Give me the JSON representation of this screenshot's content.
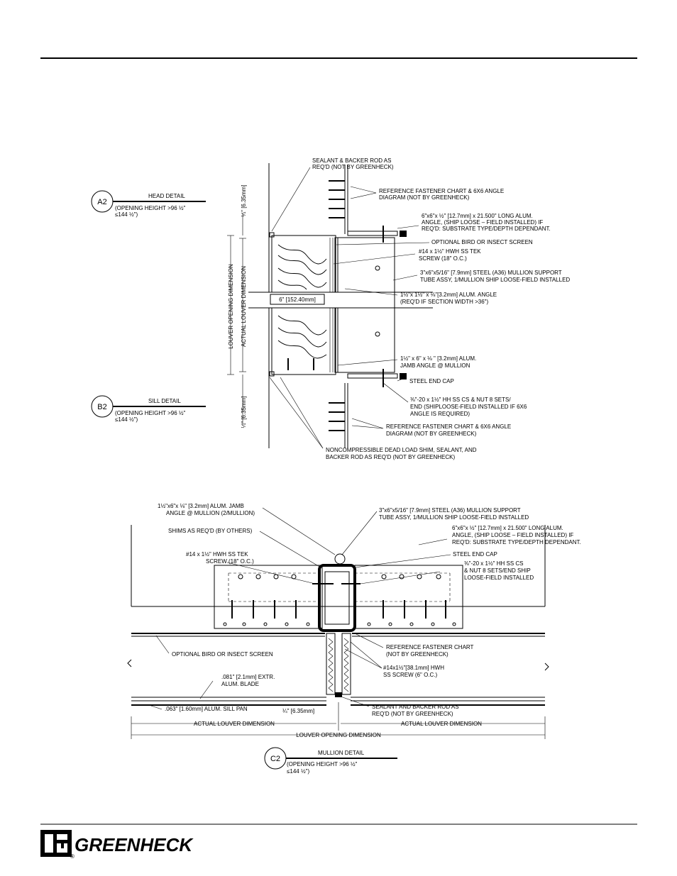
{
  "head_detail": {
    "tag": "A2",
    "title": "HEAD DETAIL",
    "note_line1": "(OPENING HEIGHT >96 ½\"",
    "note_line2": "≤144 ½\")"
  },
  "sill_detail": {
    "tag": "B2",
    "title": "SILL DETAIL",
    "note_line1": "(OPENING HEIGHT >96 ½\"",
    "note_line2": "≤144 ½\")"
  },
  "mullion_detail": {
    "tag": "C2",
    "title": "MULLION DETAIL",
    "note_line1": "(OPENING HEIGHT >96 ½\"",
    "note_line2": "≤144 ½\")"
  },
  "section_callouts": [
    "SEALANT & BACKER ROD AS",
    "REQ'D (NOT BY GREENHECK)",
    "REFERENCE FASTENER CHART & 6X6 ANGLE",
    "DIAGRAM (NOT BY GREENHECK)",
    "6\"x6\"x ½\" [12.7mm] x 21.500\" LONG ALUM.",
    "ANGLE, (SHIP LOOSE – FIELD INSTALLED) IF",
    "REQ'D: SUBSTRATE TYPE/DEPTH DEPENDANT.",
    "OPTIONAL BIRD OR INSECT SCREEN",
    "#14 x 1½\" HWH SS TEK",
    "SCREW (18\" O.C.)",
    "3\"x6\"x5/16\" [7.9mm] STEEL (A36) MULLION SUPPORT",
    "TUBE ASSY, 1/MULLION SHIP LOOSE-FIELD INSTALLED",
    "1½\"x 1½\" x ⅛\"[3.2mm] ALUM. ANGLE",
    "(REQ'D IF SECTION WIDTH >36\")",
    "1½\" x 6\" x ⅛ \" [3.2mm] ALUM.",
    "JAMB ANGLE @ MULLION",
    "STEEL END CAP",
    "⅜\"-20 x 1½\" HH SS CS & NUT 8 SETS/",
    "END (SHIPLOOSE-FIELD INSTALLED IF 6X6",
    "ANGLE IS REQUIRED)",
    "REFERENCE FASTENER CHART & 6X6 ANGLE",
    "DIAGRAM (NOT BY GREENHECK)",
    "NONCOMPRESSIBLE DEAD LOAD SHIM, SEALANT, AND",
    "BACKER ROD AS REQ'D (NOT BY GREENHECK)"
  ],
  "section_dimensions": {
    "gap": "6\" [152.40mm]",
    "louver_opening": "LOUVER OPENING DIMENSION",
    "actual_louver": "ACTUAL LOUVER DIMENSION",
    "head_clearance": "¼\" [6.35mm]",
    "sill_clearance": "¼\" [6.35mm]"
  },
  "mullion_callouts_left": [
    "1½\"x6\"x ⅛\" [3.2mm] ALUM. JAMB",
    "ANGLE @ MULLION (2/MULLION)",
    "SHIMS AS REQ'D (BY OTHERS)",
    "#14 x 1½\" HWH SS TEK",
    "SCREW (18\" O.C.)",
    "OPTIONAL BIRD OR INSECT SCREEN",
    ".081\" [2.1mm] EXTR.",
    "ALUM. BLADE",
    ".063\" [1.60mm] ALUM. SILL PAN"
  ],
  "mullion_callouts_right": [
    "3\"x6\"x5/16\" [7.9mm] STEEL (A36) MULLION SUPPORT",
    "TUBE ASSY, 1/MULLION SHIP LOOSE-FIELD INSTALLED",
    "6\"x6\"x ½\" [12.7mm] x 21.500\" LONG ALUM.",
    "ANGLE, (SHIP LOOSE – FIELD INSTALLED) IF",
    "REQ'D: SUBSTRATE TYPE/DEPTH DEPENDANT.",
    "STEEL END CAP",
    "⅜\"-20 x 1½\" HH SS CS",
    "& NUT 8 SETS/END SHIP",
    "LOOSE-FIELD INSTALLED",
    "REFERENCE FASTENER CHART",
    "(NOT BY GREENHECK)",
    "#14x1½\"[38.1mm] HWH",
    "SS SCREW (6\" O.C.)",
    "SEALANT AND BACKER ROD AS",
    "REQ'D (NOT BY GREENHECK)"
  ],
  "mullion_dimensions": {
    "gap": "¼\" [6.35mm]",
    "actual_left": "ACTUAL LOUVER DIMENSION",
    "actual_right": "ACTUAL LOUVER DIMENSION",
    "opening": "LOUVER OPENING DIMENSION"
  },
  "footer": {
    "brand": "GREENHECK",
    "registered": "®"
  }
}
